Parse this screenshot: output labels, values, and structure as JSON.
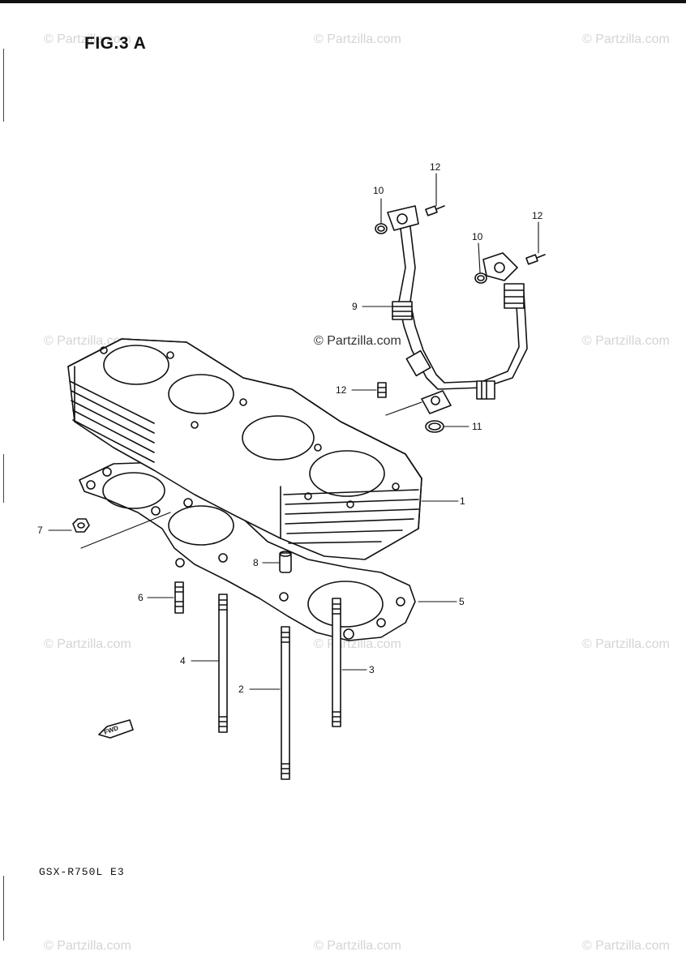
{
  "figure": {
    "title": "FIG.3 A",
    "model": "GSX-R750L  E3"
  },
  "watermark": {
    "text": "© Partzilla.com"
  },
  "callouts": [
    "1",
    "2",
    "3",
    "4",
    "5",
    "6",
    "7",
    "8",
    "9",
    "10",
    "10",
    "11",
    "12",
    "12",
    "12"
  ],
  "arrow": {
    "label": "FWD"
  },
  "parts": [
    {
      "ref": "1",
      "name": "cylinder-block"
    },
    {
      "ref": "2",
      "name": "stud-long"
    },
    {
      "ref": "3",
      "name": "stud-medium"
    },
    {
      "ref": "4",
      "name": "stud-left"
    },
    {
      "ref": "5",
      "name": "cylinder-base-gasket"
    },
    {
      "ref": "6",
      "name": "stud-short"
    },
    {
      "ref": "7",
      "name": "nut"
    },
    {
      "ref": "8",
      "name": "dowel-pin"
    },
    {
      "ref": "9",
      "name": "oil-hose"
    },
    {
      "ref": "10",
      "name": "o-ring"
    },
    {
      "ref": "11",
      "name": "o-ring"
    },
    {
      "ref": "12",
      "name": "bolt"
    }
  ]
}
